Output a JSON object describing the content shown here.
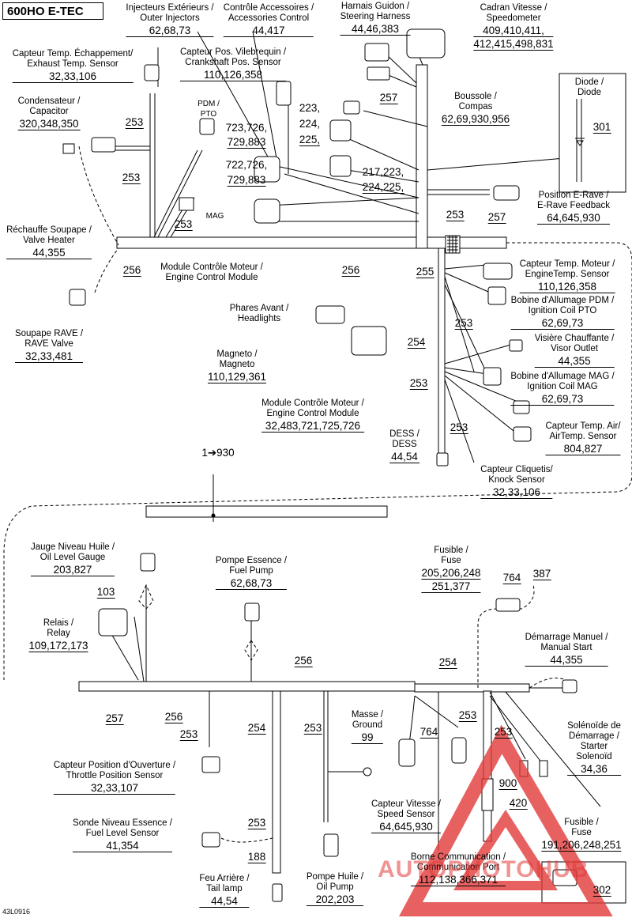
{
  "title": "600HO E-TEC",
  "doc_id": "43L0916",
  "watermark_text": "AUTOPHOTOHUB",
  "labels": {
    "injectors": {
      "fr": "Injecteurs Extérieurs /",
      "en": "Outer Injectors",
      "ref": "62,68,73"
    },
    "accessories": {
      "fr": "Contrôle Accessoires /",
      "en": "Accessories Control",
      "ref": "44,417"
    },
    "steering": {
      "fr": "Harnais Guidon /",
      "en": "Steering Harness",
      "ref": "44,46,383"
    },
    "speedometer": {
      "fr": "Cadran Vitesse /",
      "en": "Speedometer",
      "ref1": "409,410,411,",
      "ref2": "412,415,498,831"
    },
    "exhaust": {
      "fr": "Capteur Temp. Échappement/",
      "en": "Exhaust Temp. Sensor",
      "ref": "32,33,106"
    },
    "crankshaft": {
      "fr": "Capteur Pos. Vilebrequin /",
      "en": "Crankshaft Pos. Sensor",
      "ref": "110,126,358"
    },
    "compass": {
      "fr": "Boussole /",
      "en": "Compas",
      "ref": "62,69,930,956"
    },
    "diode": {
      "fr": "Diode /",
      "en": "Diode",
      "ref": "301"
    },
    "capacitor": {
      "fr": "Condensateur /",
      "en": "Capacitor",
      "ref": "320,348,350"
    },
    "pdm_pto": {
      "fr": "PDM /",
      "en": "PTO"
    },
    "mag": "MAG",
    "erave": {
      "fr": "Position E-Rave /",
      "en": "E-Rave Feedback",
      "ref": "64,645,930"
    },
    "valve_heater": {
      "fr": "Réchauffe Soupape /",
      "en": "Valve Heater",
      "ref": "44,355"
    },
    "ecm_top": {
      "fr": "Module Contrôle Moteur /",
      "en": "Engine Control Module"
    },
    "engine_temp": {
      "fr": "Capteur Temp. Moteur /",
      "en": "EngineTemp. Sensor",
      "ref": "110,126,358"
    },
    "coil_pto": {
      "fr": "Bobine d'Allumage PDM /",
      "en": "Ignition Coil PTO",
      "ref": "62,69,73"
    },
    "rave_valve": {
      "fr": "Soupape RAVE /",
      "en": "RAVE Valve",
      "ref": "32,33,481"
    },
    "headlights": {
      "fr": "Phares Avant /",
      "en": "Headlights"
    },
    "visor": {
      "fr": "Visière Chauffante /",
      "en": "Visor Outlet",
      "ref": "44,355"
    },
    "magneto": {
      "fr": "Magneto /",
      "en": "Magneto",
      "ref": "110,129,361"
    },
    "coil_mag": {
      "fr": "Bobine d'Allumage MAG /",
      "en": "Ignition Coil MAG",
      "ref": "62,69,73"
    },
    "ecm_bottom": {
      "fr": "Module Contrôle Moteur /",
      "en": "Engine Control Module",
      "ref": "32,483,721,725,726"
    },
    "air_temp": {
      "fr": "Capteur Temp. Air/",
      "en": "AirTemp. Sensor",
      "ref": "804,827"
    },
    "dess": {
      "fr": "DESS /",
      "en": "DESS",
      "ref": "44,54"
    },
    "knock": {
      "fr": "Capteur Cliquetis/",
      "en": "Knock Sensor",
      "ref": "32,33,106"
    },
    "continuation": "1➔930",
    "oil_level": {
      "fr": "Jauge Niveau Huile /",
      "en": "Oil Level Gauge",
      "ref": "203,827"
    },
    "fuel_pump": {
      "fr": "Pompe Essence /",
      "en": "Fuel Pump",
      "ref": "62,68,73"
    },
    "fuse_top": {
      "fr": "Fusible /",
      "en": "Fuse",
      "ref1": "205,206,248",
      "ref2": "251,377"
    },
    "relay": {
      "fr": "Relais /",
      "en": "Relay",
      "ref": "109,172,173"
    },
    "manual_start": {
      "fr": "Démarrage Manuel /",
      "en": "Manual Start",
      "ref": "44,355"
    },
    "ground": {
      "fr": "Masse /",
      "en": "Ground",
      "ref": "99"
    },
    "starter": {
      "fr": "Solénoïde de",
      "fr2": "Démarrage /",
      "en": "Starter",
      "en2": "Solenoïd",
      "ref": "34,36"
    },
    "tps": {
      "fr": "Capteur Position d'Ouverture /",
      "en": "Throttle Position Sensor",
      "ref": "32,33,107"
    },
    "speed_sensor": {
      "fr": "Capteur Vitesse /",
      "en": "Speed Sensor",
      "ref": "64,645,930"
    },
    "fuel_level": {
      "fr": "Sonde Niveau Essence /",
      "en": "Fuel Level Sensor",
      "ref": "41,354"
    },
    "fuse_bottom": {
      "fr": "Fusible /",
      "en": "Fuse",
      "ref": "191,206,248,251"
    },
    "tail_lamp": {
      "fr": "Feu Arrière /",
      "en": "Tail lamp",
      "ref": "44,54"
    },
    "oil_pump": {
      "fr": "Pompe Huile /",
      "en": "Oil Pump",
      "ref": "202,203"
    },
    "comm_port": {
      "fr": "Borne Communication /",
      "en": "Communication Port",
      "ref": "112,138,366,371"
    }
  },
  "numbers": {
    "n253a": "253",
    "n257a": "257",
    "n223": "223,",
    "n224": "224,",
    "n225": "225,",
    "n723": "723,726,",
    "n729a": "729,883",
    "n722": "722,726,",
    "n729b": "729,883",
    "n217": "217,223,",
    "n224b": "224,225,",
    "n253b": "253",
    "n253c": "253",
    "n253d": "253",
    "n257b": "257",
    "n256a": "256",
    "n256b": "256",
    "n255": "255",
    "n253e": "253",
    "n254a": "254",
    "n253f": "253",
    "n253g": "253",
    "n103": "103",
    "n764a": "764",
    "n387": "387",
    "n256c": "256",
    "n254b": "254",
    "n257c": "257",
    "n256d": "256",
    "n253h": "253",
    "n254c": "254",
    "n253i": "253",
    "n764b": "764",
    "n253j": "253",
    "n253k": "253",
    "n900": "900",
    "n420": "420",
    "n253l": "253",
    "n188": "188",
    "n302": "302"
  }
}
